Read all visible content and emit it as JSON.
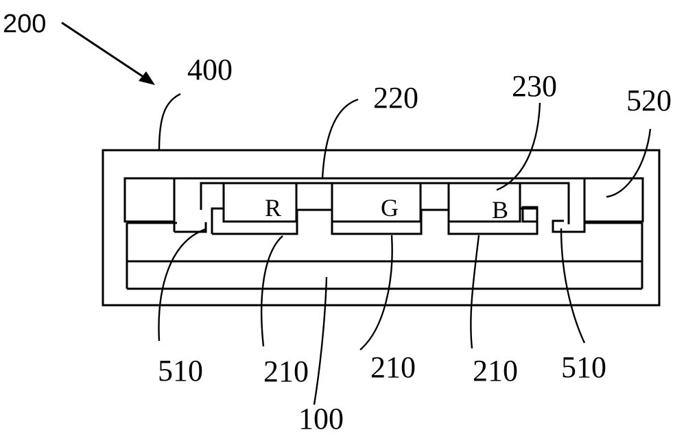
{
  "figure": {
    "ref_main": "200",
    "labels": {
      "l400": "400",
      "l220": "220",
      "l230": "230",
      "l520": "520",
      "l510_left": "510",
      "l210_a": "210",
      "l210_b": "210",
      "l210_c": "210",
      "l510_right": "510",
      "l100": "100"
    },
    "chips": {
      "r": "R",
      "g": "G",
      "b": "B"
    }
  }
}
